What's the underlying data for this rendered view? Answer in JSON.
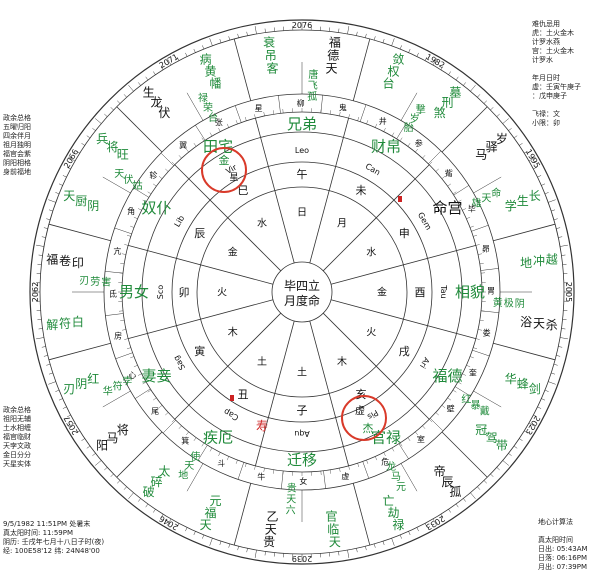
{
  "colors": {
    "ring": "#333333",
    "green_text": "#1f8a3a",
    "black_text": "#111111",
    "red_text": "#cc2222",
    "highlight_circle": "#d93a2a",
    "marker": "#cc2222"
  },
  "years": {
    "top": "2076",
    "top_left": "2071",
    "top_right": "1982",
    "left_upper": "2066",
    "left": "2062",
    "left_lower": "2057",
    "right_upper": "1995",
    "right": "2005",
    "right_lower": "2023",
    "bottom_left": "2046",
    "bottom": "2039",
    "bottom_right": "2033"
  },
  "top_right_info": [
    "难仇忌用",
    "虎：土火金木",
    "计罗水燕",
    "宫：土火金木",
    "计罗水",
    "",
    "年月日时",
    "虚：壬寅午庚子",
    "：戊申庚子",
    "",
    "飞禄：文",
    "小限：卯"
  ],
  "top_left_info": [
    "政余总格",
    "五曜归阳",
    "四余伴月",
    "祖月独明",
    "福官会紫",
    "阴阳相格",
    "身前福地"
  ],
  "mid_left_info": [
    "政余总格",
    "祖阳无辅",
    "土水相缠",
    "福官临财",
    "天孛文政",
    "金日分分",
    "天星实体"
  ],
  "bottom_left_info": [
    "9/5/1982 11:51PM 处暑末",
    "真太阳时间: 11:59PM",
    "阴历: 壬戌年七月十八日子时(夜)",
    "经: 100E58'12  纬: 24N48'00"
  ],
  "bottom_right_title": "地心计算法",
  "bottom_right_info": [
    "真太阳时间",
    "日出: 05:43AM",
    "日落: 06:16PM",
    "月出: 07:39PM"
  ],
  "center": {
    "line1": "毕四立",
    "line2": "月度命"
  },
  "ring_inner_signs": [
    "Leo",
    "Can",
    "Gem",
    "Tau",
    "Ari",
    "Pis",
    "Aqu",
    "Cap",
    "Sag",
    "Sco",
    "Lib",
    "Vir"
  ],
  "ring_inner_branch": [
    "午",
    "未",
    "申",
    "酉",
    "戌",
    "亥",
    "子",
    "丑",
    "寅",
    "卯",
    "辰",
    "巳"
  ],
  "ring_inner_element": [
    "日",
    "月",
    "水",
    "金",
    "火",
    "木",
    "土",
    "土",
    "木",
    "火",
    "金",
    "水"
  ],
  "ring_palace": [
    "兄弟",
    "财帛",
    "命宫",
    "相貌",
    "福德",
    "官禄",
    "迁移",
    "疾厄",
    "妻妾",
    "男女",
    "奴仆",
    "田宅"
  ],
  "ring_lodge": [
    "鬼",
    "井",
    "参",
    "觜",
    "毕",
    "昴",
    "胃",
    "娄",
    "奎",
    "壁",
    "室",
    "危",
    "虚",
    "女",
    "牛",
    "斗",
    "箕",
    "尾",
    "心",
    "房",
    "氐",
    "亢",
    "角",
    "轸",
    "翼",
    "张",
    "星",
    "柳"
  ],
  "ring_outer_stars": [
    "福德天",
    "敛权台",
    "墓刑煞",
    "岁驿马",
    "长生学",
    "越冲地",
    "杀天浴",
    "剑蜂华",
    "带驾冠",
    "孤辰帝",
    "禄劫亡",
    "天临官",
    "贵天乙",
    "天福元",
    "破碎太",
    "阳马将",
    "刃阴红",
    "解符白",
    "福卷印",
    "天厨阴",
    "兵将旺",
    "生龙伏",
    "病黄幡",
    "衰吊客"
  ],
  "ring_outer_stars_2": [
    "唐飞孤",
    "撃岁胎",
    "命天雄",
    "阴极黄",
    "戴暴红",
    "元马龙",
    "六天贵",
    "地天使",
    "华符孛",
    "刃劳害",
    "天伏姑",
    "禄荣台"
  ],
  "planet_marks": {
    "top_circle": "金",
    "top_circle_sub": "星",
    "bottom_circle": "虚",
    "bottom_circle_sub": "杰",
    "chinese_palace_seal": "寿"
  }
}
